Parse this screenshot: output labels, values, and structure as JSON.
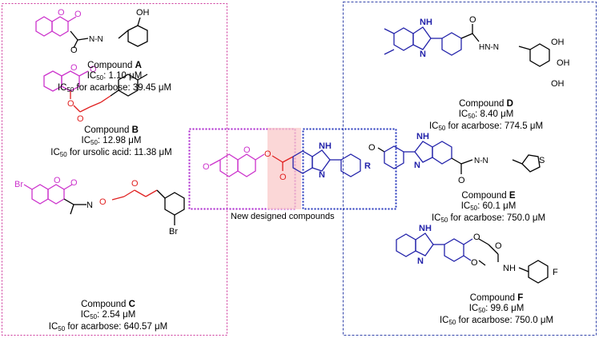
{
  "colors": {
    "magenta": "#cc33cc",
    "red": "#e02020",
    "blue": "#2222aa",
    "black": "#000000",
    "highlight": "#f9c9c9",
    "leftFrame": "#cc3399",
    "rightFrame": "#3344aa"
  },
  "atoms": {
    "o": "O",
    "oh": "OH",
    "nh": "NH",
    "n": "N",
    "br": "Br",
    "s": "S",
    "f": "F",
    "r": "R",
    "nhn": "N‑N",
    "hnn": "HN‑N",
    "nh_amide": "NH"
  },
  "center": {
    "caption": "New designed compounds"
  },
  "compounds": [
    {
      "id": "A",
      "word": "Compound",
      "letter": "A",
      "ic_pre": "IC",
      "ic_sub": "50",
      "ic_val": ": 1.10 μM",
      "ref_pre": "IC",
      "ref_sub": "50",
      "ref_val": " for acarbose: 39.45 μM"
    },
    {
      "id": "B",
      "word": "Compound",
      "letter": "B",
      "ic_pre": "IC",
      "ic_sub": "50",
      "ic_val": ":  12.98 μM",
      "ref_pre": "IC",
      "ref_sub": "50",
      "ref_val": " for ursolic acid: 11.38 μM"
    },
    {
      "id": "C",
      "word": "Compound",
      "letter": "C",
      "ic_pre": "IC",
      "ic_sub": "50",
      "ic_val": ": 2.54  μM",
      "ref_pre": "IC",
      "ref_sub": "50",
      "ref_val": " for acarbose: 640.57 μM"
    },
    {
      "id": "D",
      "word": "Compound",
      "letter": "D",
      "ic_pre": "IC",
      "ic_sub": "50",
      "ic_val": ": 8.40 μM",
      "ref_pre": "IC",
      "ref_sub": "50",
      "ref_val": " for acarbose: 774.5 μM"
    },
    {
      "id": "E",
      "word": "Compound",
      "letter": "E",
      "ic_pre": "IC",
      "ic_sub": "50",
      "ic_val": ": 60.1   μM",
      "ref_pre": "IC",
      "ref_sub": "50",
      "ref_val": " for acarbose: 750.0 μM"
    },
    {
      "id": "F",
      "word": "Compound",
      "letter": "F",
      "ic_pre": "IC",
      "ic_sub": "50",
      "ic_val": ": 99.6  μM",
      "ref_pre": "IC",
      "ref_sub": "50",
      "ref_val": " for acarbose: 750.0 μM"
    }
  ]
}
